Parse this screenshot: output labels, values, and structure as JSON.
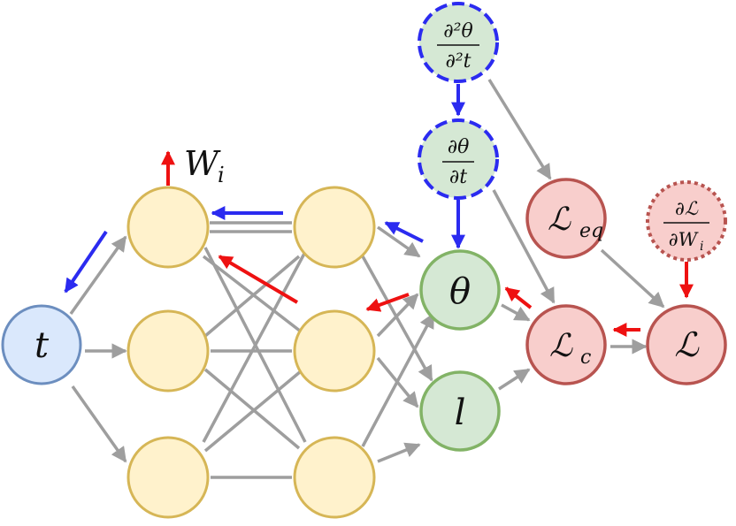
{
  "diagram": {
    "input": {
      "label": "t"
    },
    "weight_label": "W",
    "weight_sub": "i",
    "outputs": {
      "theta": "θ",
      "l": "l"
    },
    "derivatives": {
      "d2theta_num": "∂²θ",
      "d2theta_den": "∂²t",
      "dtheta_num": "∂θ",
      "dtheta_den": "∂t",
      "dL_num": "∂ℒ",
      "dL_den_main": "∂W",
      "dL_den_sub": "i"
    },
    "losses": {
      "L": "ℒ",
      "eq_sub": "eq",
      "c_sub": "c"
    },
    "colors": {
      "input_fill": "#dae8fc",
      "input_stroke": "#6c8ebf",
      "hidden_fill": "#fff2cc",
      "hidden_stroke": "#d6b656",
      "output_fill": "#d5e8d4",
      "output_stroke": "#82b366",
      "loss_fill": "#f8cecc",
      "loss_stroke": "#b85450",
      "edge": "#9e9e9e",
      "backprop_blue": "#2b2bf0",
      "backprop_red": "#ee1111",
      "deriv_stroke": "#2b2bf0"
    }
  }
}
